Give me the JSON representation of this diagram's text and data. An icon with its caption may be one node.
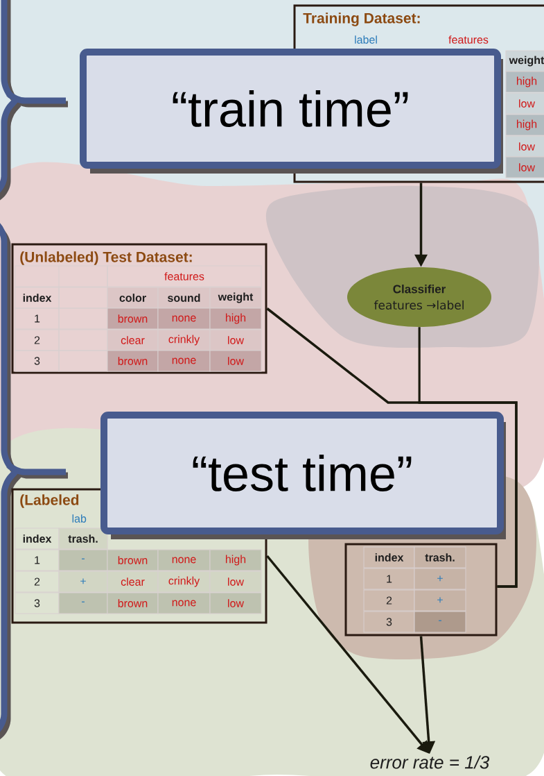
{
  "diagram": {
    "nodes": [
      {
        "text": [
          "Training Dataset:",
          "label",
          "features",
          "weight",
          "high",
          "low",
          "high",
          "low",
          "low"
        ]
      },
      {
        "text": [
          "“train time”"
        ]
      },
      {
        "text": [
          "(Unlabeled) Test Dataset:",
          "features",
          "index",
          "color",
          "sound",
          "weight",
          "1",
          "brown",
          "none",
          "high",
          "2",
          "clear",
          "crinkly",
          "low",
          "3",
          "brown",
          "none",
          "low"
        ]
      },
      {
        "text": [
          "Classifier",
          "features →label"
        ]
      },
      {
        "text": [
          "“test time”"
        ]
      },
      {
        "text": [
          "(Labeled",
          "lab",
          "index",
          "trash.",
          "1",
          "-",
          "brown",
          "none",
          "high",
          "2",
          "+",
          "clear",
          "crinkly",
          "low",
          "3",
          "-",
          "brown",
          "none",
          "low"
        ]
      },
      {
        "text": [
          "index",
          "trash.",
          "1",
          "+",
          "2",
          "+",
          "3",
          "-"
        ]
      },
      {
        "text": [
          "error rate = 1/3"
        ]
      }
    ],
    "edges": [
      {
        "from": 0,
        "to": 3,
        "arrow": "to"
      },
      {
        "from": 2,
        "to": 6,
        "arrow": "none"
      },
      {
        "from": 3,
        "to": 6,
        "arrow": "none"
      },
      {
        "from": 5,
        "to": 7,
        "arrow": "to"
      },
      {
        "from": 6,
        "to": 7,
        "arrow": "to"
      }
    ]
  }
}
